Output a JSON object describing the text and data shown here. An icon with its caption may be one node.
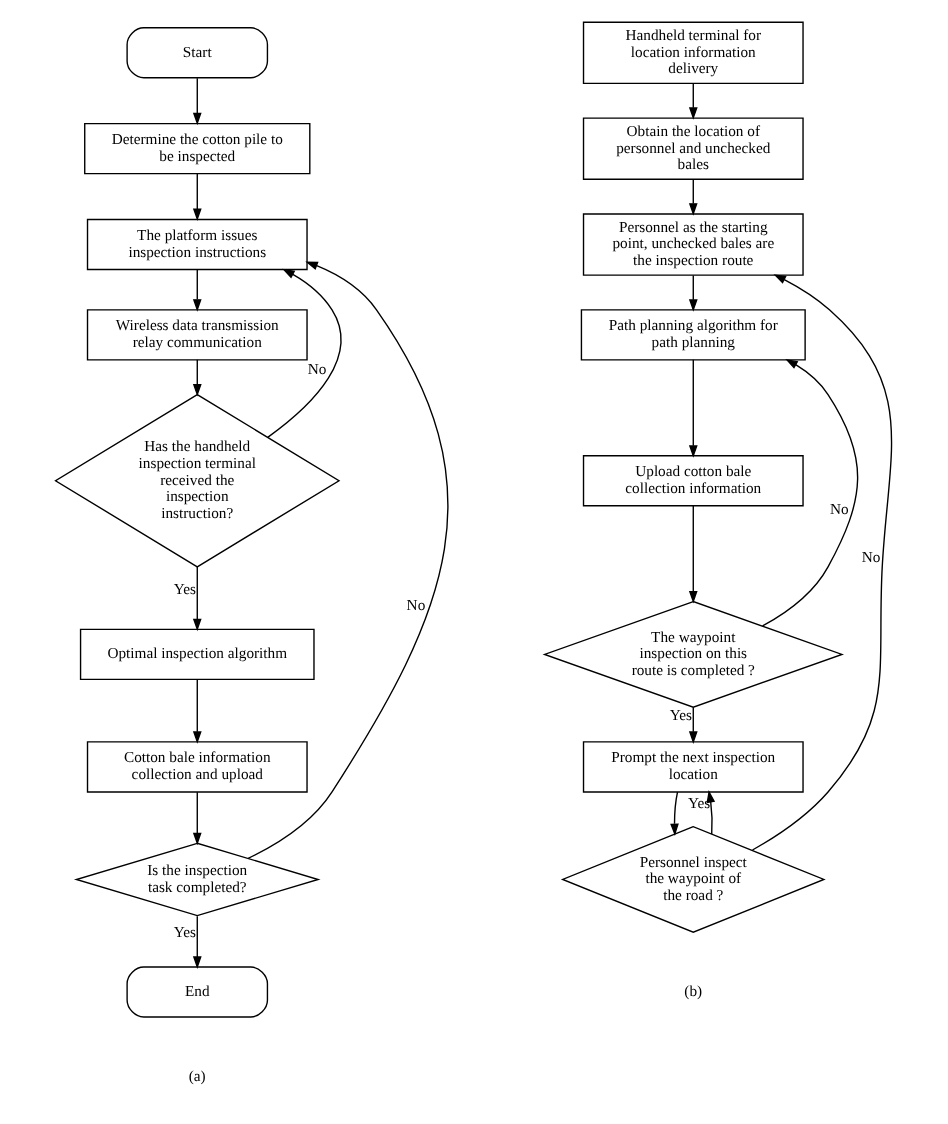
{
  "diagram": {
    "nodes": [
      {
        "text": [
          "Start"
        ]
      },
      {
        "text": [
          "Determine the cotton pile to be inspected"
        ]
      },
      {
        "text": [
          "The platform issues inspection instructions"
        ]
      },
      {
        "text": [
          "Wireless data transmission relay communication"
        ]
      },
      {
        "text": [
          "Has the handheld inspection terminal received the inspection instruction?"
        ]
      },
      {
        "text": [
          "Optimal inspection algorithm"
        ]
      },
      {
        "text": [
          "Cotton bale information collection and upload"
        ]
      },
      {
        "text": [
          "Is the inspection task completed?"
        ]
      },
      {
        "text": [
          "End"
        ]
      },
      {
        "text": [
          "Handheld terminal for location information delivery"
        ]
      },
      {
        "text": [
          "Obtain the location of personnel and unchecked bales"
        ]
      },
      {
        "text": [
          "Personnel as the starting point, unchecked bales are the inspection route"
        ]
      },
      {
        "text": [
          "Path planning algorithm for path planning"
        ]
      },
      {
        "text": [
          "Upload cotton bale collection information"
        ]
      },
      {
        "text": [
          "The waypoint inspection on this route is completed ?"
        ]
      },
      {
        "text": [
          "Prompt the next inspection location"
        ]
      },
      {
        "text": [
          "Personnel inspect the waypoint of the road ?"
        ]
      }
    ],
    "edges": [
      {
        "from": 0,
        "to": 1,
        "arrow": "to"
      },
      {
        "from": 1,
        "to": 2,
        "arrow": "to"
      },
      {
        "from": 2,
        "to": 3,
        "arrow": "to"
      },
      {
        "from": 3,
        "to": 4,
        "arrow": "to"
      },
      {
        "from": 4,
        "to": 5,
        "arrow": "to",
        "label": "Yes"
      },
      {
        "from": 4,
        "to": 2,
        "arrow": "to",
        "label": "No"
      },
      {
        "from": 5,
        "to": 6,
        "arrow": "to"
      },
      {
        "from": 6,
        "to": 7,
        "arrow": "to"
      },
      {
        "from": 7,
        "to": 8,
        "arrow": "to",
        "label": "Yes"
      },
      {
        "from": 7,
        "to": 2,
        "arrow": "to",
        "label": "No"
      },
      {
        "from": 9,
        "to": 10,
        "arrow": "to"
      },
      {
        "from": 10,
        "to": 11,
        "arrow": "to"
      },
      {
        "from": 11,
        "to": 12,
        "arrow": "to"
      },
      {
        "from": 12,
        "to": 13,
        "arrow": "to"
      },
      {
        "from": 13,
        "to": 14,
        "arrow": "to"
      },
      {
        "from": 14,
        "to": 15,
        "arrow": "to",
        "label": "Yes"
      },
      {
        "from": 14,
        "to": 12,
        "arrow": "to",
        "label": "No"
      },
      {
        "from": 15,
        "to": 16,
        "arrow": "to"
      },
      {
        "from": 16,
        "to": 15,
        "arrow": "to",
        "label": "Yes"
      },
      {
        "from": 16,
        "to": 11,
        "arrow": "to",
        "label": "No"
      }
    ],
    "labels": [
      "(a)",
      "(b)"
    ]
  }
}
